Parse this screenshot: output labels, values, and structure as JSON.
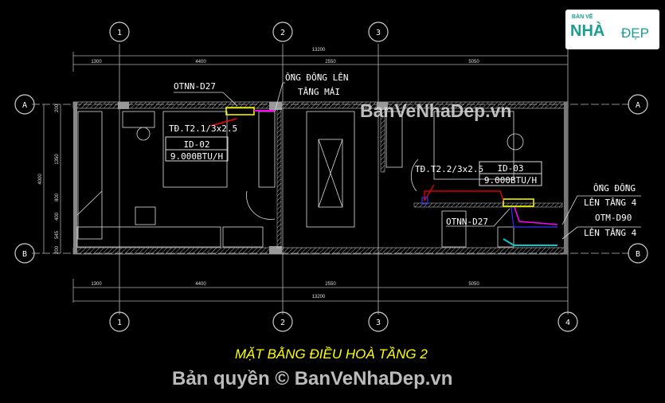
{
  "drawing": {
    "title": "MẶT BẰNG ĐIỀU HOÀ TẦNG 2",
    "grid_columns": [
      "1",
      "2",
      "3",
      "4"
    ],
    "grid_rows": [
      "A",
      "B"
    ],
    "dims_top_total": "13200",
    "dims_top": [
      "1300",
      "4400",
      "2550",
      "5050"
    ],
    "dims_bottom": [
      "1300",
      "4400",
      "2550",
      "5050"
    ],
    "dims_bottom_total": "13200",
    "dims_left_total": "4000",
    "dims_left": [
      "200",
      "1350",
      "800",
      "400",
      "545",
      "200"
    ],
    "labels": {
      "otnn_left": "OTNN-D27",
      "ong_dong_mai_1": "ỐNG ĐỒNG LÊN",
      "ong_dong_mai_2": "TẦNG MÁI",
      "td_left": "TĐ.T2.1/3x2.5",
      "id02": "ID-02",
      "btu_left": "9.000BTU/H",
      "td_right": "TĐ.T2.2/3x2.5",
      "id03": "ID-03",
      "btu_right": "9.000BTU/H",
      "otnn_right": "OTNN-D27",
      "ong_dong_t4_1": "ỐNG ĐỒNG",
      "ong_dong_t4_2": "LÊN TẦNG 4",
      "otm_1": "OTM-D90",
      "otm_2": "LÊN TẦNG 4"
    }
  },
  "watermarks": {
    "center": "BanVeNhaDep.vn",
    "bottom": "Bản quyền © BanVeNhaDep.vn"
  },
  "logo": {
    "small": "BẢN VẼ",
    "big": "NHÀ",
    "dep": "ĐẸP"
  },
  "colors": {
    "background": "#000000",
    "lines": "#ffffff",
    "title": "#ffff00",
    "unit": "#ffff00",
    "pipe_magenta": "#ff00ff",
    "pipe_red": "#ff0000",
    "pipe_blue": "#0000ff",
    "pipe_cyan": "#00ffff"
  }
}
